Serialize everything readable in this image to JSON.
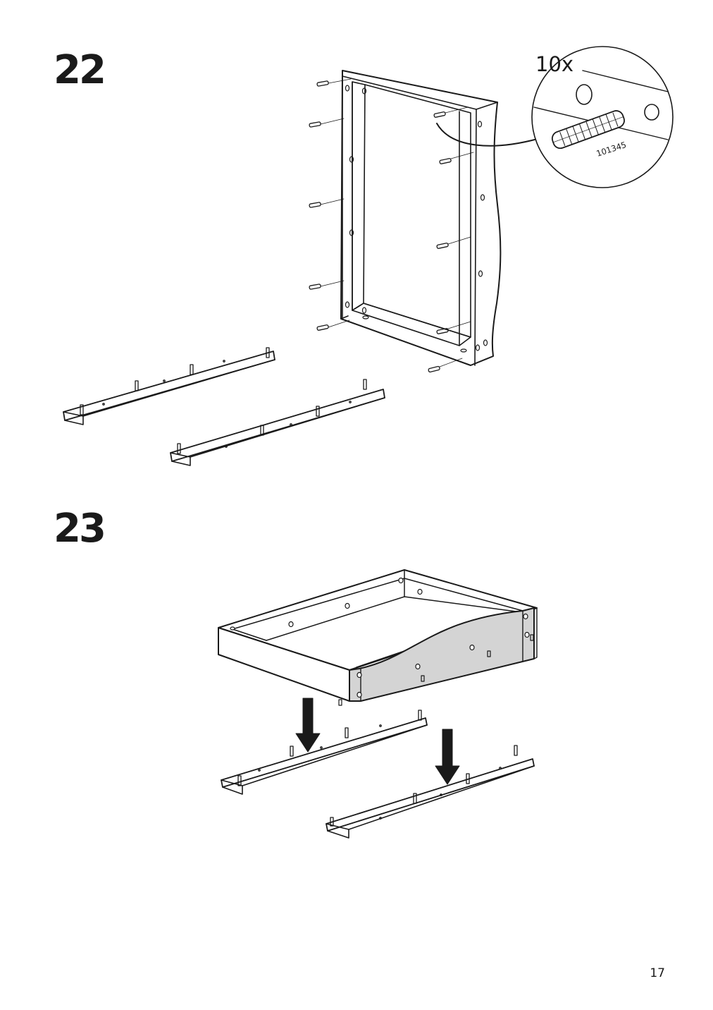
{
  "steps": [
    {
      "number": "22",
      "callout": {
        "quantity": "10x",
        "part_number": "101345",
        "part": "dowel-icon"
      }
    },
    {
      "number": "23"
    }
  ],
  "page_number": "17"
}
